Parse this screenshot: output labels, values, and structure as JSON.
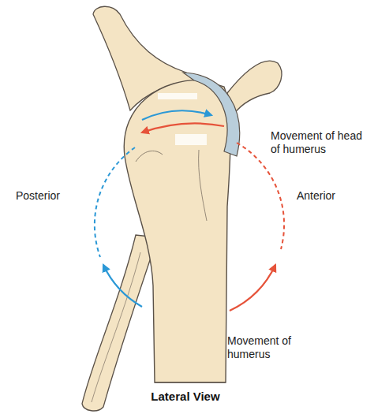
{
  "diagram": {
    "caption": "Lateral View",
    "labels": [
      "Movement of head of humerus",
      "Posterior",
      "Anterior",
      "Movement of humerus"
    ]
  }
}
